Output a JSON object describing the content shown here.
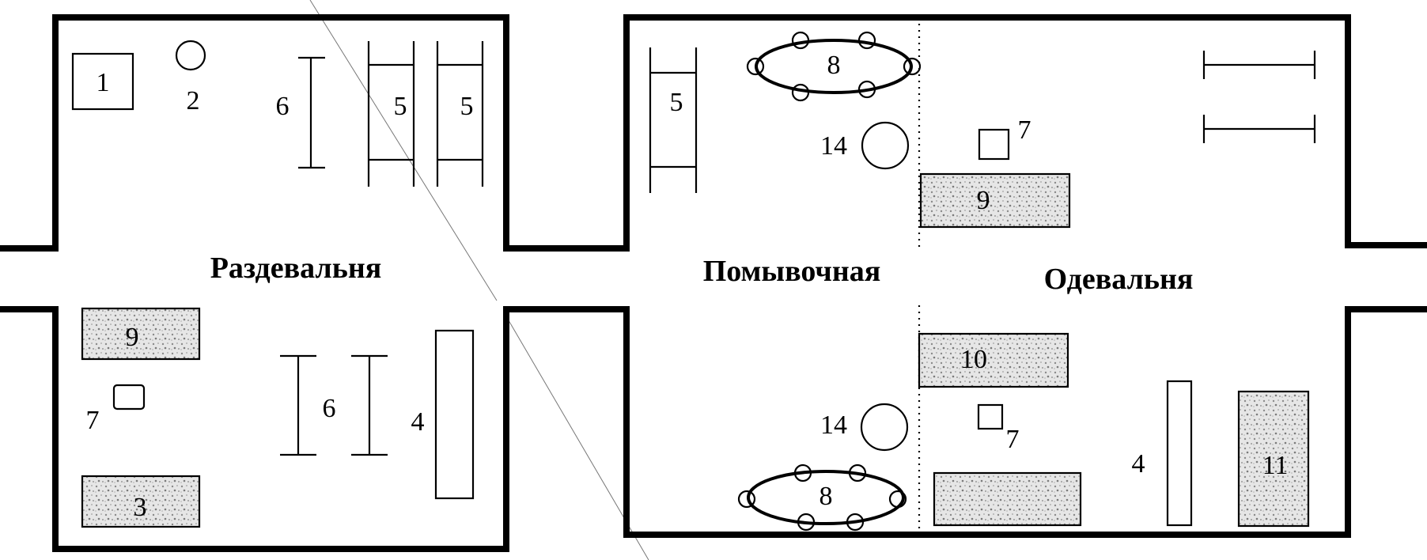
{
  "rooms": {
    "undressing": "Раздевальня",
    "washing": "Помывочная",
    "dressing": "Одевальня"
  },
  "labels": {
    "n1": "1",
    "n2": "2",
    "n3": "3",
    "n4": "4",
    "n5": "5",
    "n6": "6",
    "n7": "7",
    "n8": "8",
    "n9": "9",
    "n10": "10",
    "n11": "11",
    "n14": "14"
  }
}
